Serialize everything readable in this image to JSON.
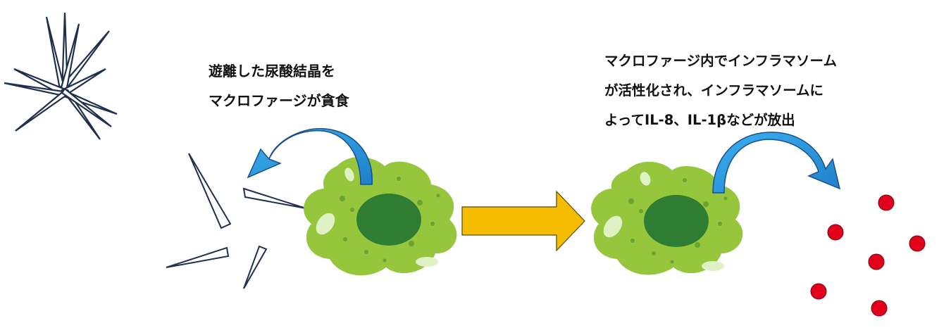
{
  "labels": {
    "left": {
      "line1": "遊離した尿酸結晶を",
      "line2": "マクロファージが貪食"
    },
    "right": {
      "line1": "マクロファージ内でインフラマソーム",
      "line2": "が活性化され、インフラマソームに",
      "line3": "よってIL-8、IL-1βなどが放出"
    }
  },
  "colors": {
    "crystal_stroke": "#1f2f4d",
    "cell_body": "#96c63c",
    "cell_spots": "#6aa52f",
    "nucleus": "#2f7d33",
    "curved_arrow": "#2a9be0",
    "curved_arrow_stroke": "#1a4f8a",
    "process_arrow": "#f6bd00",
    "process_arrow_stroke": "#5a4a00",
    "cytokine": "#e3001b"
  }
}
